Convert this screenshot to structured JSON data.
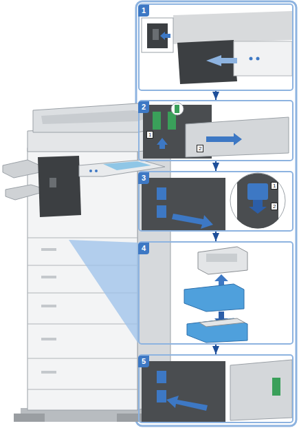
{
  "diagram": {
    "nodes": [
      {
        "text": [
          "1"
        ]
      },
      {
        "text": [
          "2"
        ]
      },
      {
        "text": [
          "3"
        ]
      },
      {
        "text": [
          "4"
        ]
      },
      {
        "text": [
          "5"
        ]
      }
    ],
    "edges": [
      {
        "from": 0,
        "to": 1,
        "arrow": "to"
      },
      {
        "from": 1,
        "to": 2,
        "arrow": "to"
      },
      {
        "from": 2,
        "to": 3,
        "arrow": "to"
      },
      {
        "from": 3,
        "to": 4,
        "arrow": "to"
      }
    ],
    "labels": [
      "1",
      "2",
      "1",
      "2"
    ]
  }
}
